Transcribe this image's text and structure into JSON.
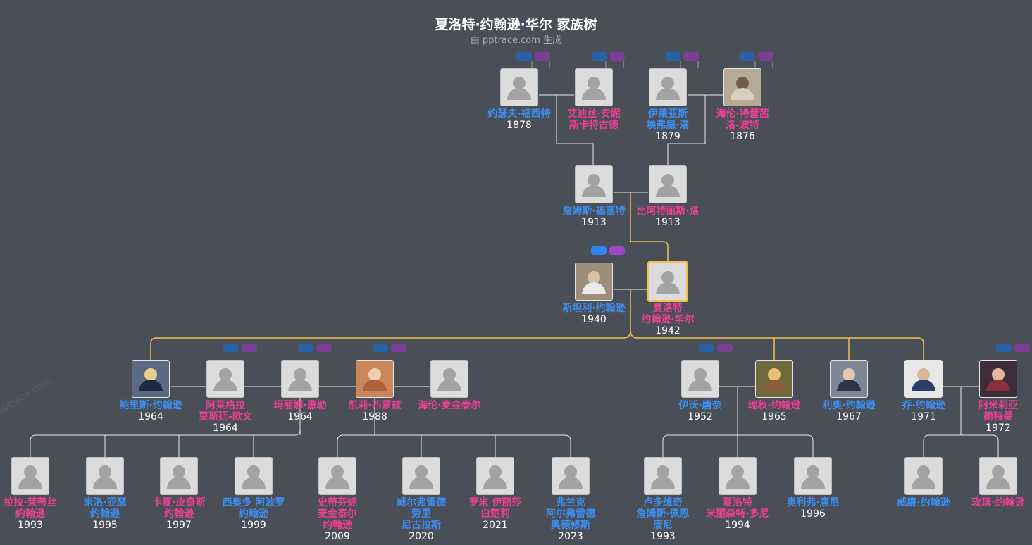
{
  "header": {
    "title": "夏洛特·约翰逊·华尔 家族树",
    "subtitle": "由 pptrace.com 生成"
  },
  "watermark": "pptrace.com",
  "colors": {
    "male": "#3d8ef0",
    "female": "#ec3f95",
    "highlight": "#f2c24d",
    "line": "#e8e8e8"
  },
  "people": [
    {
      "id": "p1",
      "name": "约瑟夫·福西特",
      "year": "1878",
      "sex": "m"
    },
    {
      "id": "p2",
      "name": "艾迪丝·安妮\n斯卡特古德",
      "year": "",
      "sex": "f"
    },
    {
      "id": "p3",
      "name": "伊莱亚斯\n埃弗里·洛",
      "year": "1879",
      "sex": "m"
    },
    {
      "id": "p4",
      "name": "海伦·特蕾茜\n洛-波特",
      "year": "1876",
      "sex": "f",
      "photo": true
    },
    {
      "id": "p5",
      "name": "詹姆斯·福塞特",
      "year": "1913",
      "sex": "m"
    },
    {
      "id": "p6",
      "name": "比阿特丽斯·洛",
      "year": "1913",
      "sex": "f"
    },
    {
      "id": "p7",
      "name": "斯坦利·约翰逊",
      "year": "1940",
      "sex": "m",
      "photo": true
    },
    {
      "id": "p8",
      "name": "夏洛特\n约翰逊·华尔",
      "year": "1942",
      "sex": "f",
      "selected": true
    },
    {
      "id": "c1",
      "name": "鲍里斯·约翰逊",
      "year": "1964",
      "sex": "m",
      "photo": true
    },
    {
      "id": "c2",
      "name": "阿莱格拉\n莫斯廷-欧文",
      "year": "1964",
      "sex": "f"
    },
    {
      "id": "c3",
      "name": "玛丽娜·惠勒",
      "year": "1964",
      "sex": "f"
    },
    {
      "id": "c4",
      "name": "凯莉·西蒙兹",
      "year": "1988",
      "sex": "f",
      "photo": true
    },
    {
      "id": "c5",
      "name": "海伦·麦金泰尔",
      "year": "",
      "sex": "f"
    },
    {
      "id": "c6",
      "name": "伊沃·唐奈",
      "year": "1952",
      "sex": "m"
    },
    {
      "id": "c7",
      "name": "瑞秋·约翰逊",
      "year": "1965",
      "sex": "f",
      "photo": true
    },
    {
      "id": "c8",
      "name": "利奥·约翰逊",
      "year": "1967",
      "sex": "m",
      "photo": true
    },
    {
      "id": "c9",
      "name": "乔·约翰逊",
      "year": "1971",
      "sex": "m",
      "photo": true
    },
    {
      "id": "c10",
      "name": "阿米莉亚\n简特曼",
      "year": "1972",
      "sex": "f",
      "photo": true
    },
    {
      "id": "g1",
      "name": "拉拉·莱蒂丝\n约翰逊",
      "year": "1993",
      "sex": "f"
    },
    {
      "id": "g2",
      "name": "米洛·亚瑟\n约翰逊",
      "year": "1995",
      "sex": "m"
    },
    {
      "id": "g3",
      "name": "卡夏·皮奇斯\n约翰逊",
      "year": "1997",
      "sex": "f"
    },
    {
      "id": "g4",
      "name": "西奥多 阿波罗\n约翰逊",
      "year": "1999",
      "sex": "m"
    },
    {
      "id": "g5",
      "name": "史蒂芬妮\n麦金泰尔\n约翰逊",
      "year": "2009",
      "sex": "f"
    },
    {
      "id": "g6",
      "name": "威尔弗雷德\n劳里\n尼古拉斯",
      "year": "2020",
      "sex": "m"
    },
    {
      "id": "g7",
      "name": "罗米 伊丽莎\n白楚莉",
      "year": "2021",
      "sex": "f"
    },
    {
      "id": "g8",
      "name": "弗兰克\n阿尔弗雷德\n奥德修斯",
      "year": "2023",
      "sex": "m"
    },
    {
      "id": "g9",
      "name": "卢多维奇\n詹姆斯·佩恩\n唐尼",
      "year": "1993",
      "sex": "m"
    },
    {
      "id": "g10",
      "name": "夏洛特\n米丽森特·多尼",
      "year": "1994",
      "sex": "f"
    },
    {
      "id": "g11",
      "name": "奥利弗·唐尼",
      "year": "1996",
      "sex": "m"
    },
    {
      "id": "g12",
      "name": "威廉·约翰逊",
      "year": "",
      "sex": "m"
    },
    {
      "id": "g13",
      "name": "玫瑰·约翰逊",
      "year": "",
      "sex": "f"
    }
  ]
}
